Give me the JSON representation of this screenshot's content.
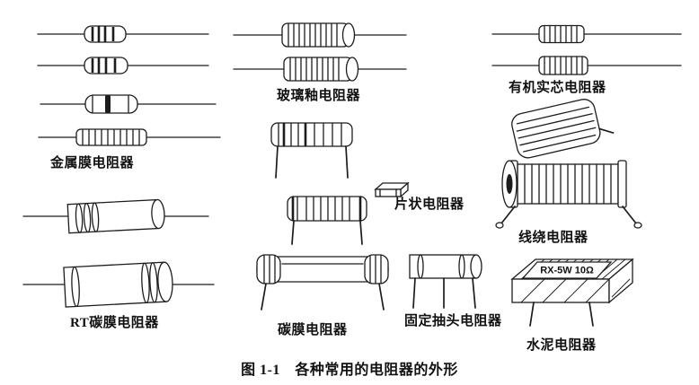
{
  "figure": {
    "caption": "图 1-1　各种常用的电阻器的外形"
  },
  "resistors": {
    "metal_film": {
      "label": "金属膜电阻器"
    },
    "rt_carbon_film": {
      "label": "RT碳膜电阻器"
    },
    "glass_glaze": {
      "label": "玻璃釉电阻器"
    },
    "chip": {
      "label": "片状电阻器"
    },
    "carbon_film": {
      "label": "碳膜电阻器"
    },
    "organic_solid": {
      "label": "有机实芯电阻器"
    },
    "wirewound": {
      "label": "线绕电阻器"
    },
    "fixed_tap": {
      "label": "固定抽头电阻器"
    },
    "cement": {
      "label": "水泥电阻器",
      "marking": "RX-5W 10Ω"
    }
  },
  "colors": {
    "ink": "#1c1c1c",
    "background": "#ffffff"
  }
}
